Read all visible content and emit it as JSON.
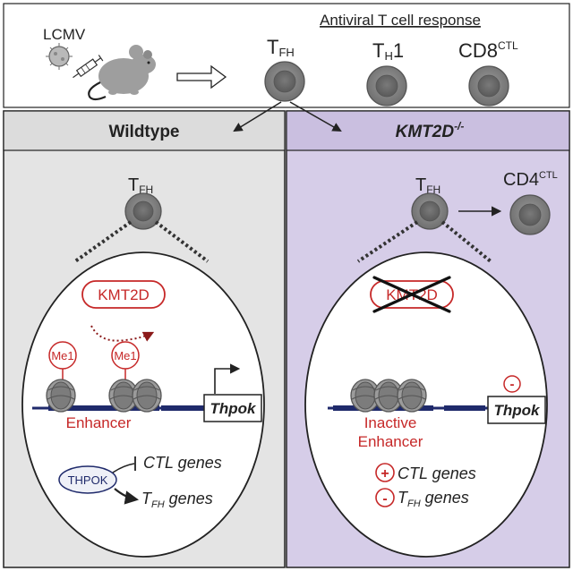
{
  "colors": {
    "wildtype_bg": "#e4e4e4",
    "knockout_bg": "#d6cde8",
    "red": "#c62828",
    "navy": "#1f2a6b",
    "cell_outer": "#8c8c8c",
    "cell_inner": "#6a6a6a"
  },
  "top": {
    "virus_label": "LCMV",
    "response_title": "Antiviral T cell response",
    "cells": [
      {
        "main": "T",
        "sub": "FH",
        "sup": ""
      },
      {
        "main": "T",
        "sub": "H",
        "suffix": "1",
        "sup": ""
      },
      {
        "main": "CD8",
        "sub": "",
        "sup": "CTL"
      }
    ]
  },
  "wildtype": {
    "title": "Wildtype",
    "cell": {
      "main": "T",
      "sub": "FH"
    },
    "enzyme": "KMT2D",
    "marks": [
      "Me1",
      "Me1"
    ],
    "enhancer_label": "Enhancer",
    "gene_label": "Thpok",
    "tf_label": "THPOK",
    "effects": [
      {
        "text": "CTL genes"
      },
      {
        "main": "T",
        "sub": "FH",
        "text": " genes"
      }
    ]
  },
  "knockout": {
    "title_main": "KMT2D",
    "title_sup": "-/-",
    "cell": {
      "main": "T",
      "sub": "FH"
    },
    "cell2": {
      "main": "CD4",
      "sup": "CTL"
    },
    "enzyme": "KMT2D",
    "minus_sign": "-",
    "plus_sign": "+",
    "enhancer_line1": "Inactive",
    "enhancer_line2": "Enhancer",
    "gene_label": "Thpok",
    "effects": [
      {
        "sign": "+",
        "text": "CTL genes"
      },
      {
        "sign": "-",
        "main": "T",
        "sub": "FH",
        "text": " genes"
      }
    ]
  }
}
